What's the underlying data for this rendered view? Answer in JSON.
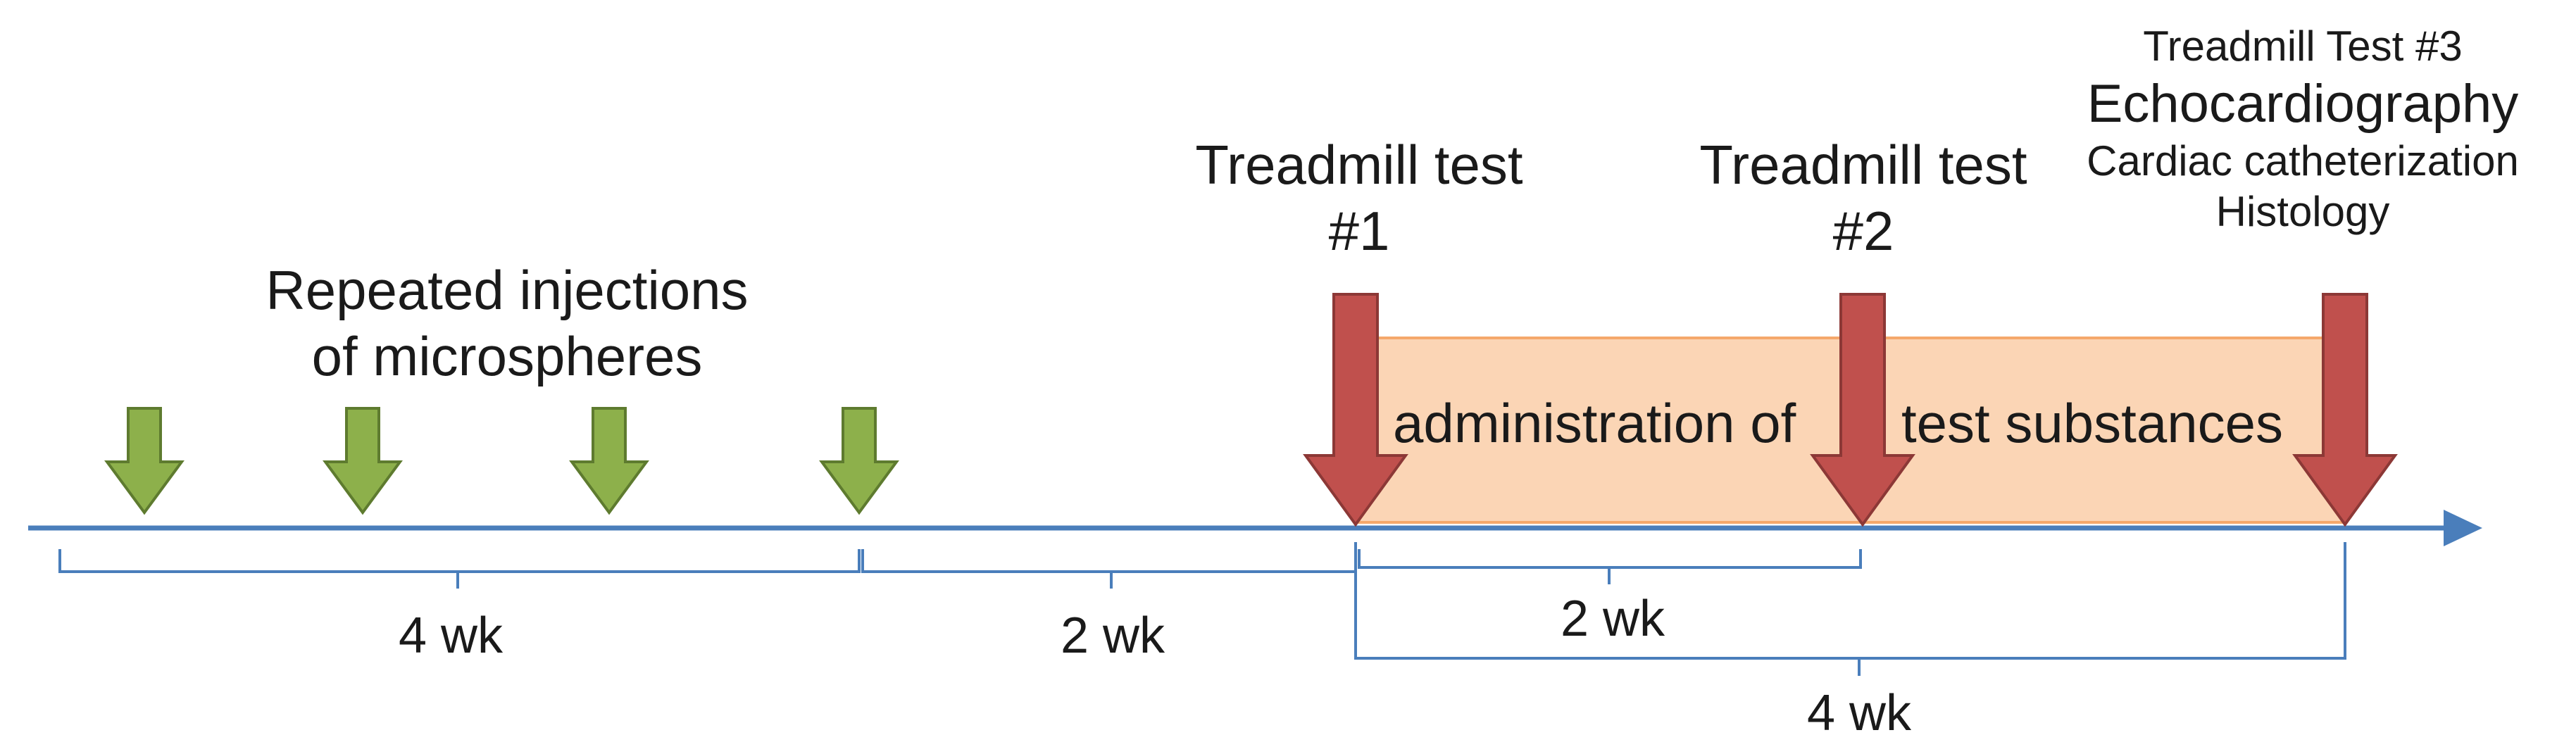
{
  "injection_label": {
    "line1": "Repeated injections",
    "line2": "of microspheres"
  },
  "treadmill_1": {
    "line1": "Treadmill test",
    "line2": "#1"
  },
  "treadmill_2": {
    "line1": "Treadmill test",
    "line2": "#2"
  },
  "endpoint": {
    "line1": "Treadmill Test #3",
    "line2": "Echocardiography",
    "line3": "Cardiac catheterization",
    "line4": "Histology"
  },
  "administration": {
    "part1": "administration of",
    "part2": "test substances"
  },
  "periods": {
    "injection_period": "4 wk",
    "washout_period": "2 wk",
    "to_test2": "2 wk",
    "treatment_total": "4 wk"
  },
  "colors": {
    "timeline": "#4a7ebb",
    "green_arrow": "#8db04b",
    "green_arrow_edge": "#5e7b2f",
    "red_arrow": "#c0504d",
    "red_arrow_edge": "#8c3836",
    "shaded_region": "#fbd5b5",
    "shaded_edge": "#f5a86b",
    "bracket": "#4a7ebb"
  }
}
